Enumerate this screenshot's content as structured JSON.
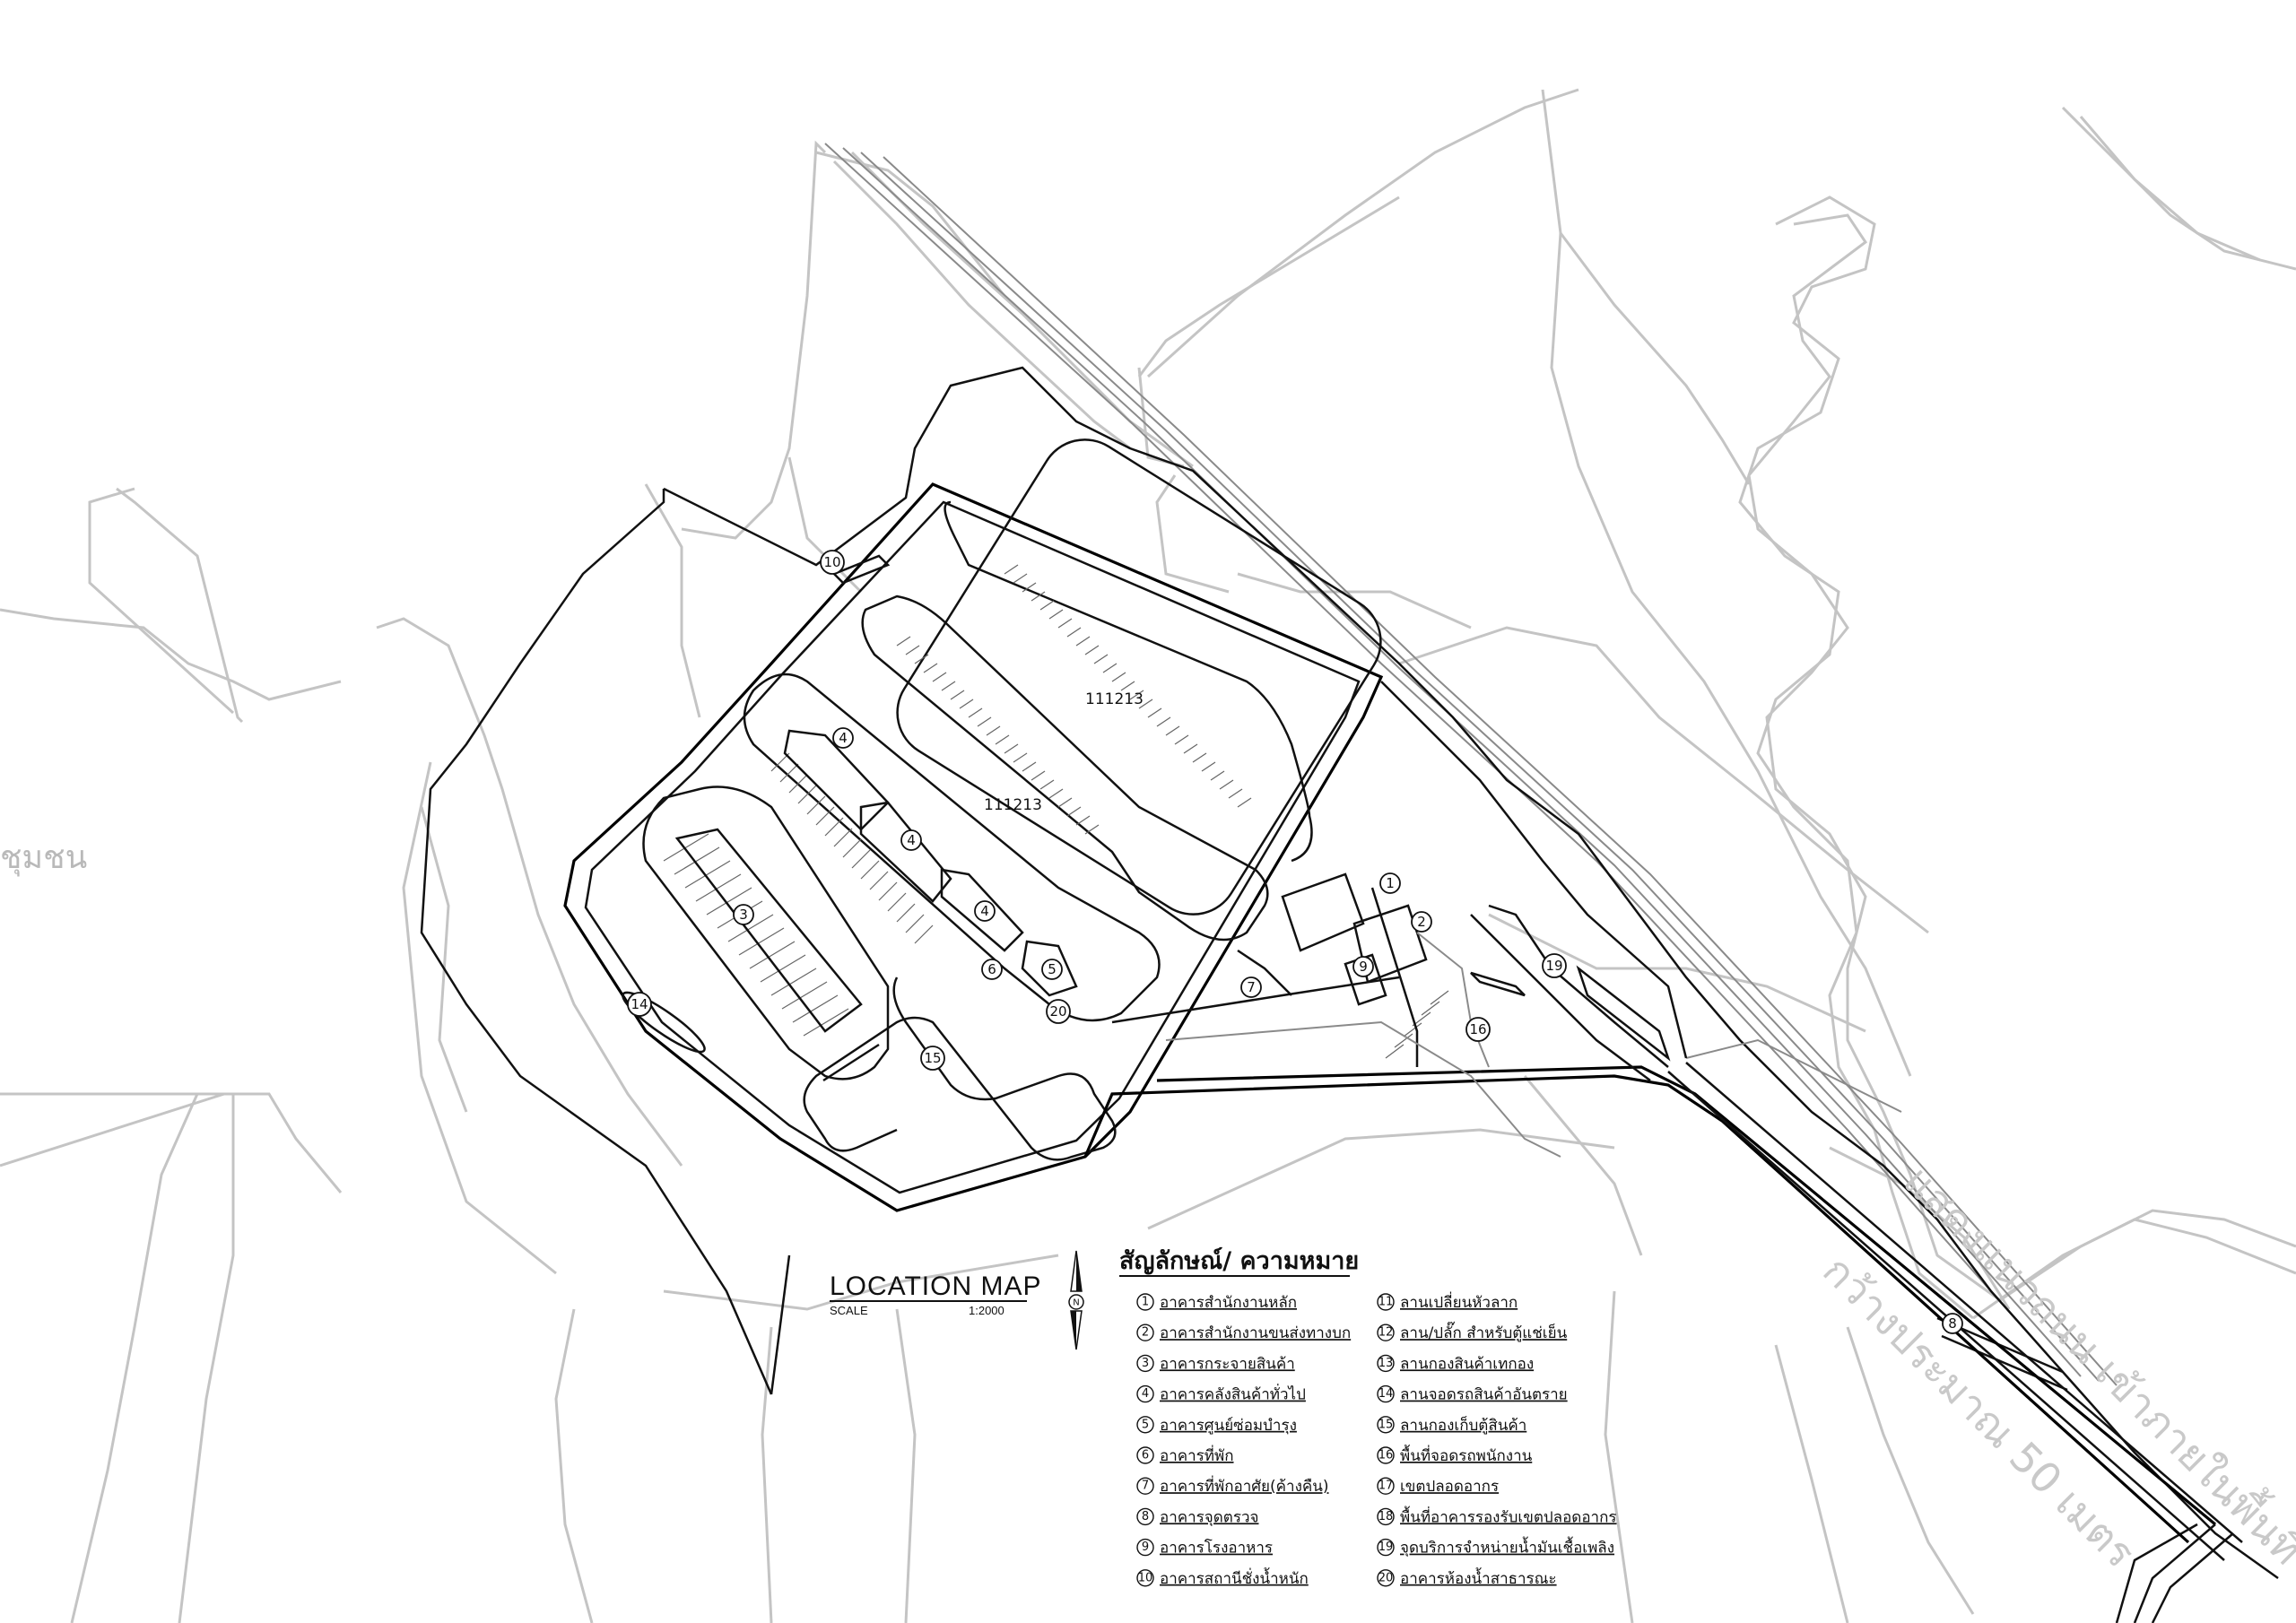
{
  "map": {
    "title": "LOCATION MAP",
    "scale_label": "SCALE",
    "scale_value": "1:2000",
    "north_label": "N",
    "area_label": "ชุมชน",
    "road_label_line1": "แสดงแนวถนน เข้าภายในพื้นที่",
    "road_label_line2": "กว้างประมาณ 50 เมตร"
  },
  "legend": {
    "title": "สัญลักษณ์/ ความหมาย",
    "items": [
      {
        "num": "1",
        "label": "อาคารสำนักงานหลัก"
      },
      {
        "num": "2",
        "label": "อาคารสำนักงานขนส่งทางบก"
      },
      {
        "num": "3",
        "label": "อาคารกระจายสินค้า"
      },
      {
        "num": "4",
        "label": "อาคารคลังสินค้าทั่วไป"
      },
      {
        "num": "5",
        "label": "อาคารศูนย์ซ่อมบำรุง"
      },
      {
        "num": "6",
        "label": "อาคารที่พัก"
      },
      {
        "num": "7",
        "label": "อาคารที่พักอาศัย(ค้างคืน)"
      },
      {
        "num": "8",
        "label": "อาคารจุดตรวจ"
      },
      {
        "num": "9",
        "label": "อาคารโรงอาหาร"
      },
      {
        "num": "10",
        "label": "อาคารสถานีชั่งน้ำหนัก"
      },
      {
        "num": "11",
        "label": "ลานเปลี่ยนหัวลาก"
      },
      {
        "num": "12",
        "label": "ลาน/ปลั๊ก สำหรับตู้แช่เย็น"
      },
      {
        "num": "13",
        "label": "ลานกองสินค้าเทกอง"
      },
      {
        "num": "14",
        "label": "ลานจอดรถสินค้าอันตราย"
      },
      {
        "num": "15",
        "label": "ลานกองเก็บตู้สินค้า"
      },
      {
        "num": "16",
        "label": "พื้นที่จอดรถพนักงาน"
      },
      {
        "num": "17",
        "label": "เขตปลอดอากร"
      },
      {
        "num": "18",
        "label": "พื้นที่อาคารรองรับเขตปลอดอากร"
      },
      {
        "num": "19",
        "label": "จุดบริการจำหน่ายน้ำมันเชื้อเพลิง"
      },
      {
        "num": "20",
        "label": "อาคารห้องน้ำสาธารณะ"
      }
    ]
  },
  "plan_markers": [
    {
      "num": "1"
    },
    {
      "num": "2"
    },
    {
      "num": "3"
    },
    {
      "num": "4"
    },
    {
      "num": "4"
    },
    {
      "num": "4"
    },
    {
      "num": "5"
    },
    {
      "num": "6"
    },
    {
      "num": "7"
    },
    {
      "num": "8"
    },
    {
      "num": "9"
    },
    {
      "num": "10"
    },
    {
      "num": "14"
    },
    {
      "num": "15"
    },
    {
      "num": "16"
    },
    {
      "num": "19"
    },
    {
      "num": "20"
    },
    {
      "num": "111213"
    },
    {
      "num": "111213"
    }
  ]
}
